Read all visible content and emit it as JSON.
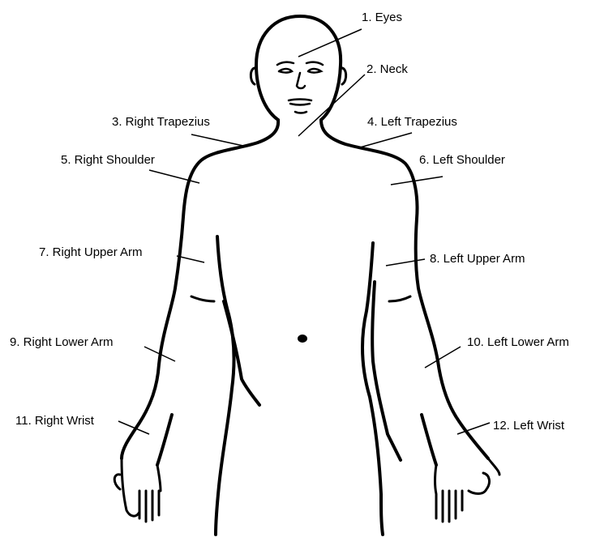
{
  "labels": {
    "eyes": "1. Eyes",
    "neck": "2. Neck",
    "right_trapezius": "3. Right Trapezius",
    "left_trapezius": "4. Left Trapezius",
    "right_shoulder": "5. Right Shoulder",
    "left_shoulder": "6. Left Shoulder",
    "right_upper_arm": "7. Right Upper Arm",
    "left_upper_arm": "8. Left Upper Arm",
    "right_lower_arm": "9. Right Lower Arm",
    "left_lower_arm": "10. Left Lower Arm",
    "right_wrist": "11. Right Wrist",
    "left_wrist": "12. Left Wrist"
  },
  "colors": {
    "outline": "#000000",
    "background": "#ffffff"
  }
}
